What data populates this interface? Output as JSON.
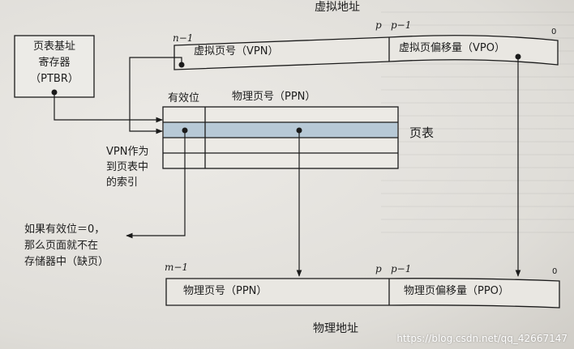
{
  "virtual_address": {
    "title": "虚拟地址",
    "vpn_label": "虚拟页号（VPN）",
    "vpo_label": "虚拟页偏移量（VPO）",
    "bit_high": "n−1",
    "bit_p": "p",
    "bit_p_minus_1": "p−1",
    "bit_zero": "0"
  },
  "ptbr": {
    "line1": "页表基址",
    "line2": "寄存器",
    "line3": "（PTBR）"
  },
  "page_table": {
    "valid_header": "有效位",
    "ppn_header": "物理页号（PPN）",
    "label": "页表"
  },
  "vpn_index_note": [
    "VPN作为",
    "到页表中",
    "的索引"
  ],
  "page_fault_note": [
    "如果有效位＝0，",
    "那么页面就不在",
    "存储器中（缺页）"
  ],
  "physical_address": {
    "title": "物理地址",
    "ppn_label": "物理页号（PPN）",
    "ppo_label": "物理页偏移量（PPO）",
    "bit_high": "m−1",
    "bit_p": "p",
    "bit_p_minus_1": "p−1",
    "bit_zero": "0"
  },
  "watermark": "https://blog.csdn.net/qq_42667147",
  "colors": {
    "highlight_row": "#b7c9d6",
    "line": "#1b1b1b"
  }
}
